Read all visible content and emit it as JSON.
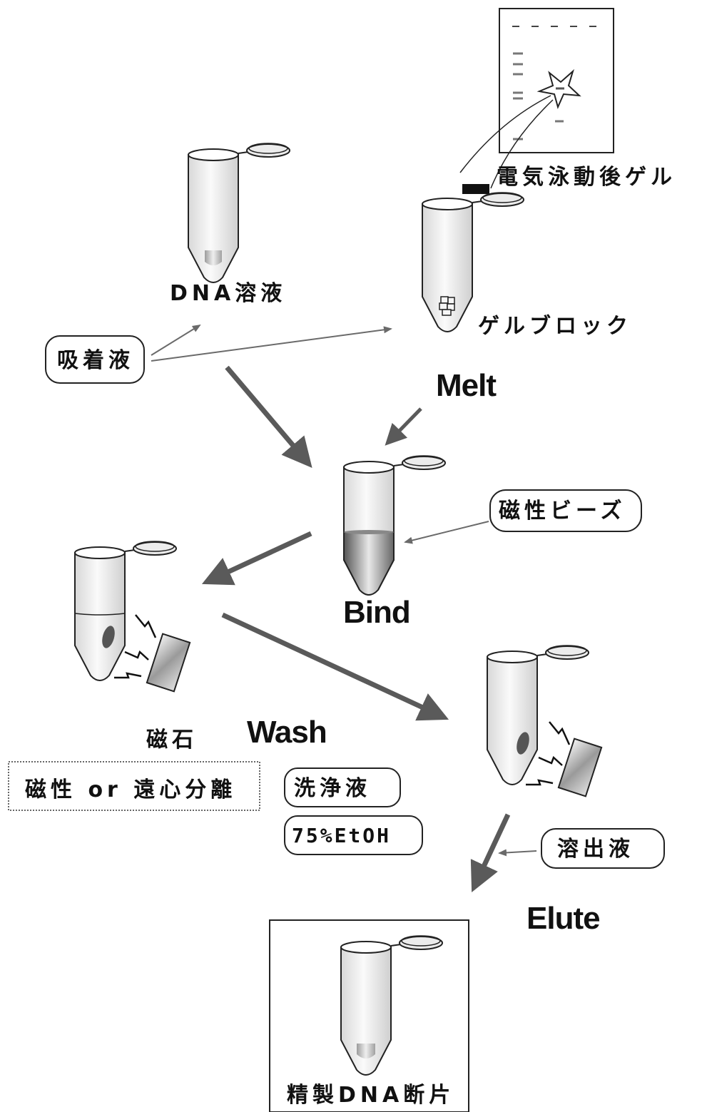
{
  "labels": {
    "dna_solution": "DNA溶液",
    "gel_after_electrophoresis": "電気泳動後ゲル",
    "gel_block": "ゲルブロック",
    "adsorption_solution": "吸着液",
    "magnetic_beads": "磁性ビーズ",
    "magnet": "磁石",
    "separation_method": "磁性 or 遠心分離",
    "wash_solution": "洗浄液",
    "ethanol": "75%EtOH",
    "elution_solution": "溶出液",
    "purified_dna": "精製DNA断片"
  },
  "steps": {
    "melt": "Melt",
    "bind": "Bind",
    "wash": "Wash",
    "elute": "Elute"
  },
  "colors": {
    "arrow": "#5a5a5a",
    "tube_fill": "#eeeeee",
    "beads": "#7a7a7a",
    "magnet": "#bdbdbd"
  }
}
